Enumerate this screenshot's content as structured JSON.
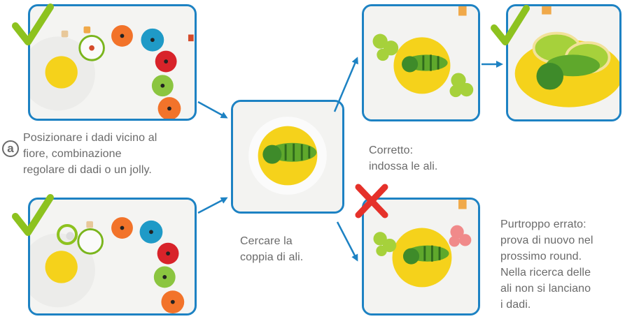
{
  "badge": {
    "label": "a"
  },
  "captions": {
    "dice_placement": [
      "Posizionare i dadi vicino al",
      "fiore, combinazione",
      "regolare di dadi o un jolly."
    ],
    "search_wings": [
      "Cercare la",
      "coppia di ali."
    ],
    "correct": [
      "Corretto:",
      "indossa le ali."
    ],
    "wrong": [
      "Purtroppo errato:",
      "prova di nuovo nel",
      "prossimo round.",
      "Nella ricerca delle",
      "ali non si lanciano",
      "i dadi."
    ]
  },
  "colors": {
    "frame": "#1d82c3",
    "arrow": "#1d82c3",
    "check": "#8dc21f",
    "cross": "#e5312a",
    "text": "#6a6a6a"
  },
  "icons": [
    "check-icon",
    "cross-icon",
    "arrow-icon",
    "letter-a-badge-icon"
  ]
}
